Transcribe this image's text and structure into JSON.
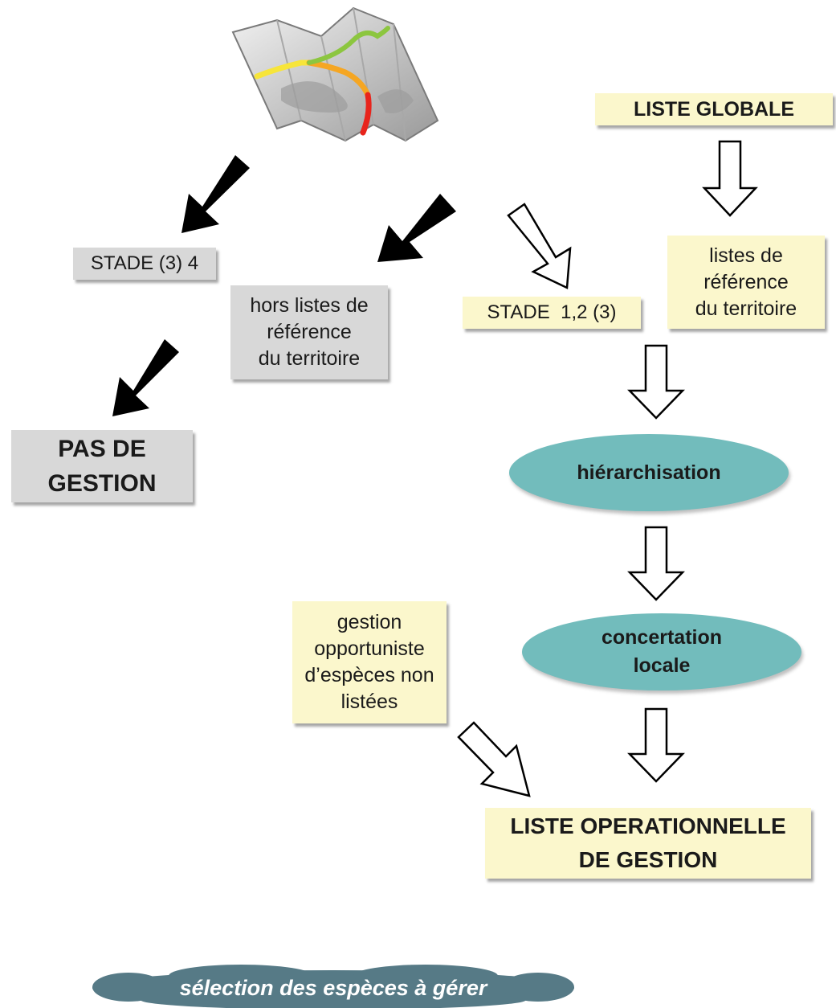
{
  "nodes": {
    "liste_globale": "LISTE GLOBALE",
    "listes_reference": [
      "listes de",
      "référence",
      "du territoire"
    ],
    "stade_34": "STADE (3) 4",
    "hors_listes": [
      "hors listes de",
      "référence",
      "du territoire"
    ],
    "stade_123": "STADE  1,2 (3)",
    "pas_de_gestion": [
      "PAS DE",
      "GESTION"
    ],
    "hierarchisation": "hiérarchisation",
    "concertation": [
      "concertation",
      "locale"
    ],
    "gestion_opportuniste": [
      "gestion",
      "opportuniste",
      "d’espèces non",
      "listées"
    ],
    "liste_operationnelle": [
      "LISTE OPERATIONNELLE",
      "DE GESTION"
    ]
  },
  "footer": {
    "caption": "sélection des espèces à gérer"
  },
  "icons": {
    "map": "map-icon"
  },
  "colors": {
    "yellow_box": "#fbf7cc",
    "gray_box": "#d8d8d8",
    "teal_ellipse": "#72bcbc",
    "footer_cloud": "#567a86",
    "black_arrow": "#000000"
  }
}
